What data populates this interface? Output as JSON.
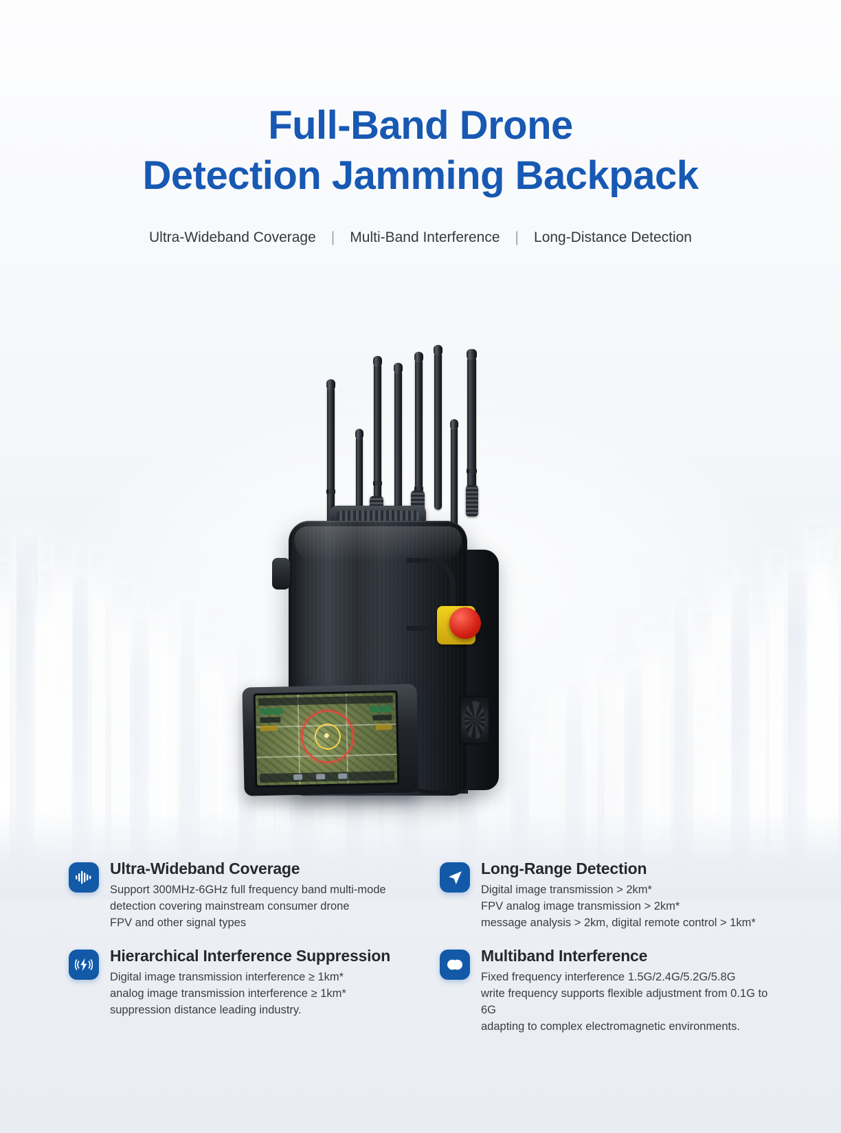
{
  "hero": {
    "title_line1": "Full-Band Drone",
    "title_line2": "Detection Jamming Backpack",
    "title_color": "#1759b3",
    "tagline_items": [
      "Ultra-Wideband Coverage",
      "Multi-Band Interference",
      "Long-Distance Detection"
    ],
    "tagline_separator": "|"
  },
  "product_image": {
    "alt": "Full-band drone detection jamming backpack with eight whip antennas, rugged black shell, red emergency stop knob and rugged tablet controller showing a map with detection rings",
    "accent_stop_color": "#d21f12",
    "accent_stop_base_color": "#f2d21f"
  },
  "features": [
    {
      "icon": "waveform-icon",
      "title": "Ultra-Wideband Coverage",
      "body": "Support 300MHz-6GHz full frequency band multi-mode\ndetection covering mainstream consumer drone\nFPV and other signal types"
    },
    {
      "icon": "navigation-arrow-icon",
      "title": "Long-Range Detection",
      "body": "Digital image transmission > 2km*\nFPV analog image transmission > 2km*\nmessage analysis > 2km, digital remote control > 1km*"
    },
    {
      "icon": "signal-jam-bolt-icon",
      "title": "Hierarchical Interference Suppression",
      "body": "Digital image transmission interference ≥ 1km*\nanalog image transmission interference ≥ 1km*\nsuppression distance leading industry."
    },
    {
      "icon": "dual-band-circle-icon",
      "title": "Multiband Interference",
      "body": "Fixed frequency interference 1.5G/2.4G/5.2G/5.8G\nwrite frequency supports flexible adjustment from 0.1G to 6G\nadapting to complex electromagnetic environments."
    }
  ],
  "theme": {
    "brand_blue": "#1259a8",
    "title_blue": "#1759b3",
    "text_dark": "#26282c",
    "body_gray": "#3a3d42"
  }
}
